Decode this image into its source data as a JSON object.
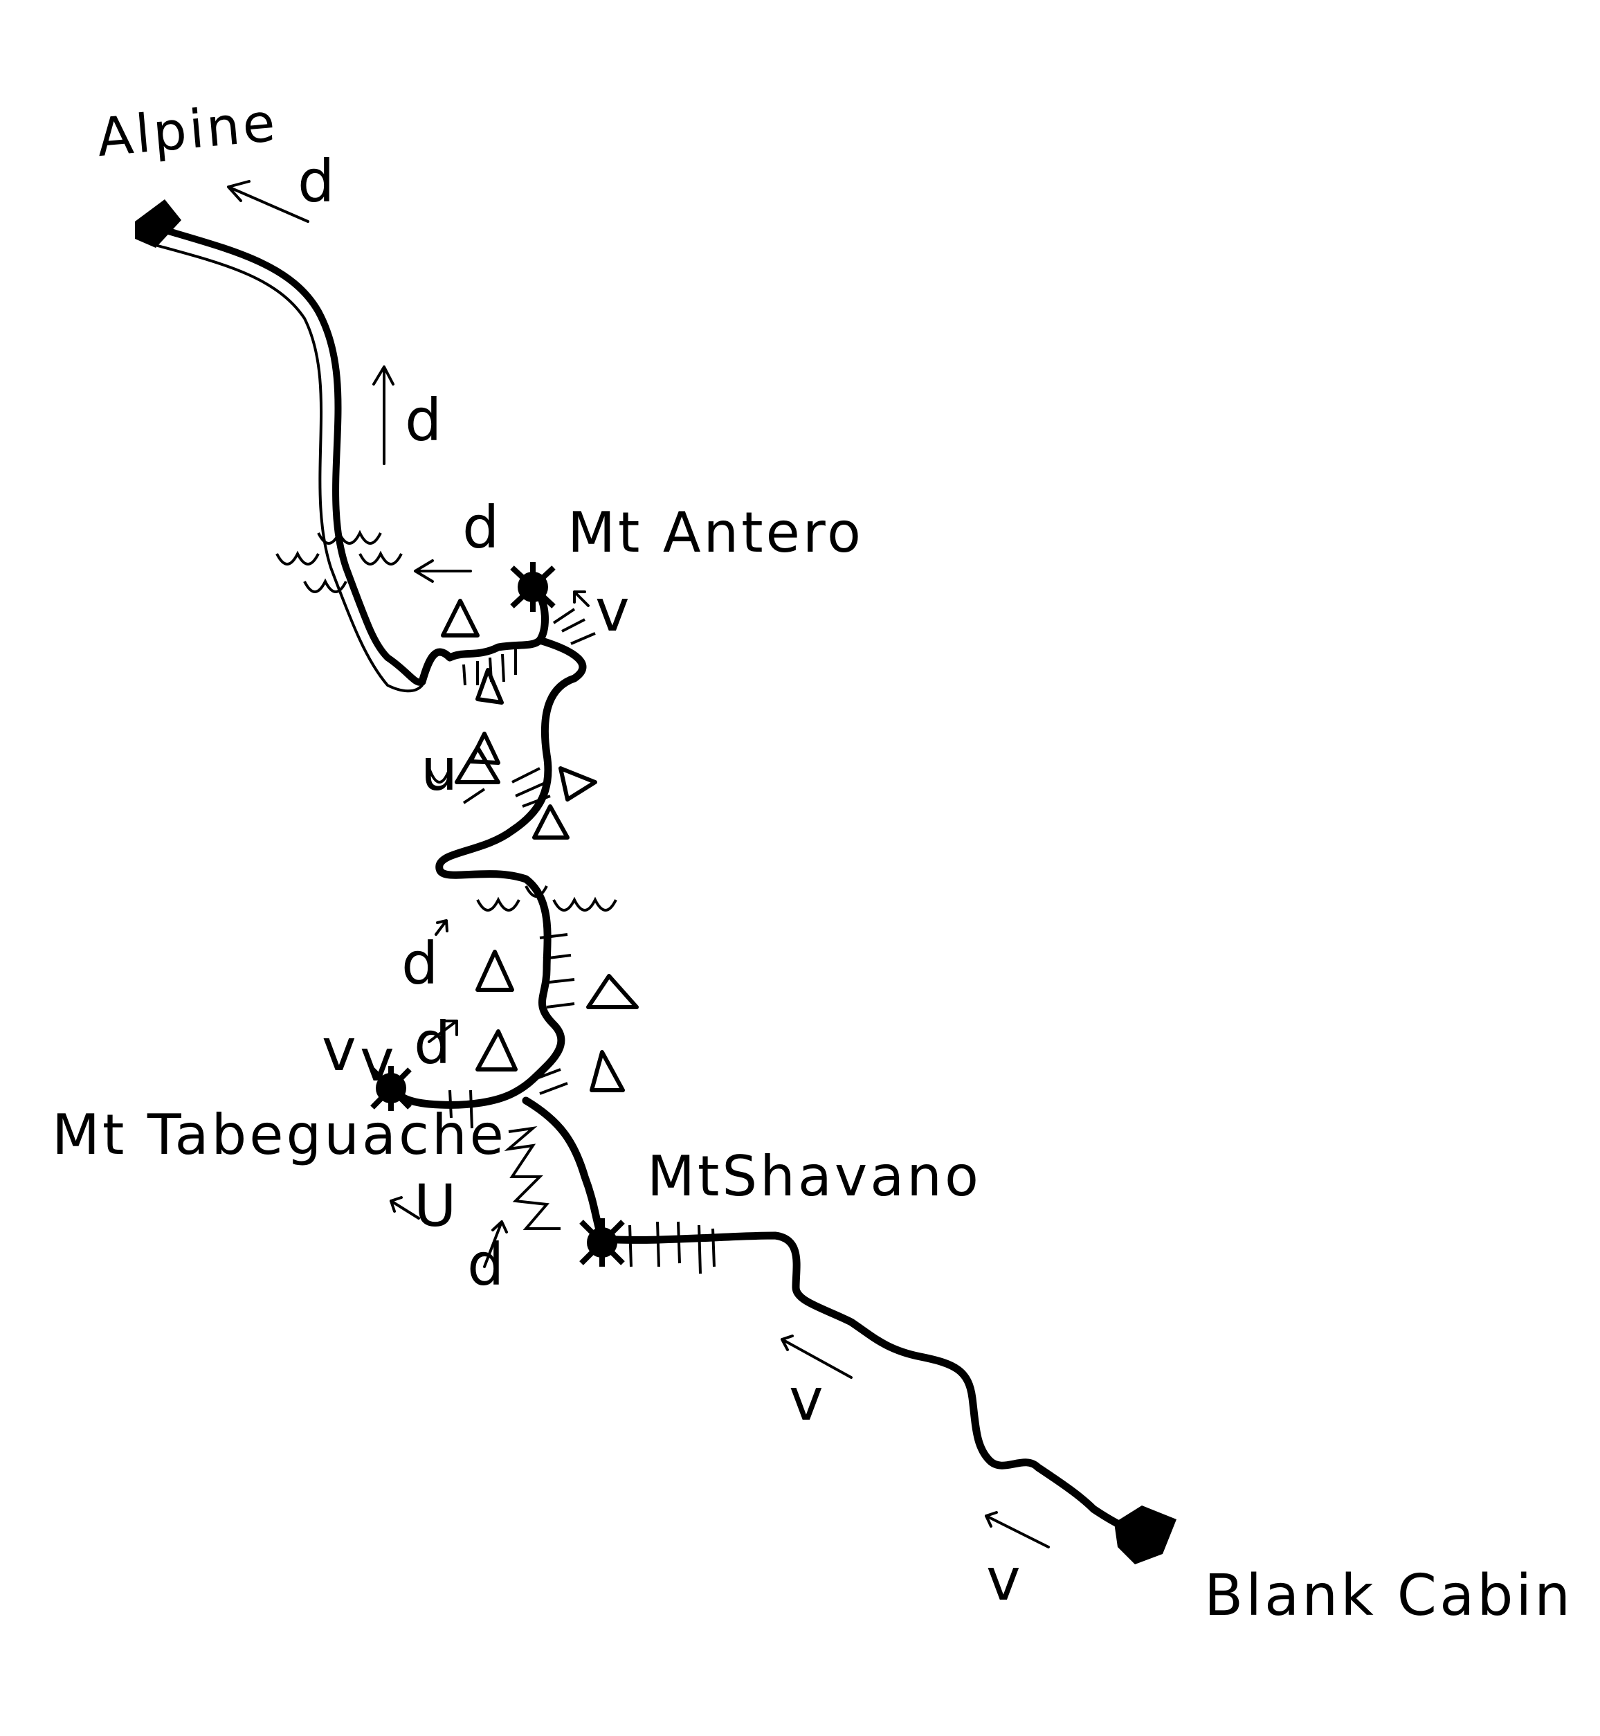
{
  "map": {
    "places": {
      "alpine": "Alpine",
      "antero": "Mt Antero",
      "tabeguache": "Mt Tabeguache",
      "shavano": "MtShavano",
      "blank_cabin": "Blank Cabin"
    },
    "direction_marks": {
      "down": "d",
      "up": "v",
      "up_alt": "U",
      "up_lower": "u"
    },
    "colors": {
      "ink": "#000000",
      "paper": "#ffffff"
    }
  }
}
